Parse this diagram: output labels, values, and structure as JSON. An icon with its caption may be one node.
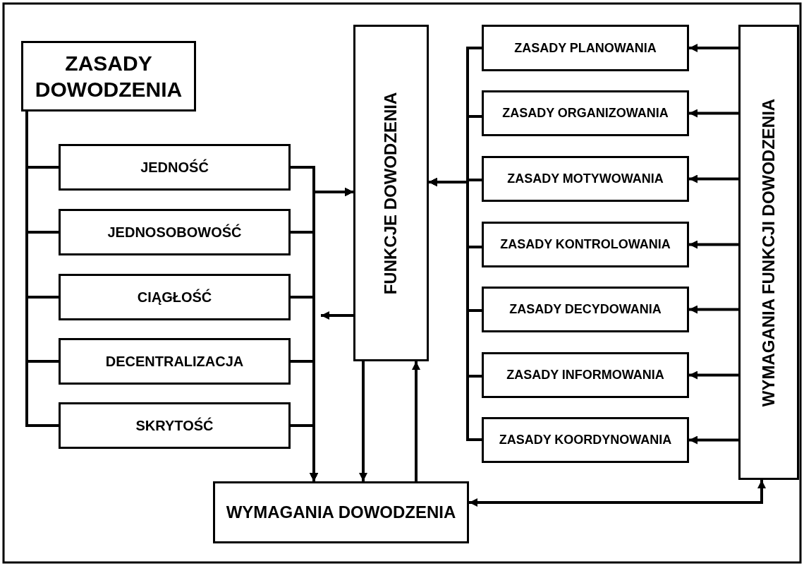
{
  "diagram": {
    "nodes": [
      {
        "text": [
          "ZASADY DOWODZENIA"
        ]
      },
      {
        "text": [
          "JEDNOŚĆ"
        ]
      },
      {
        "text": [
          "JEDNOSOBOWOŚĆ"
        ]
      },
      {
        "text": [
          "CIĄGŁOŚĆ"
        ]
      },
      {
        "text": [
          "DECENTRALIZACJA"
        ]
      },
      {
        "text": [
          "SKRYTOŚĆ"
        ]
      },
      {
        "text": [
          "FUNKCJE DOWODZENIA"
        ]
      },
      {
        "text": [
          "ZASADY PLANOWANIA"
        ]
      },
      {
        "text": [
          "ZASADY ORGANIZOWANIA"
        ]
      },
      {
        "text": [
          "ZASADY MOTYWOWANIA"
        ]
      },
      {
        "text": [
          "ZASADY KONTROLOWANIA"
        ]
      },
      {
        "text": [
          "ZASADY DECYDOWANIA"
        ]
      },
      {
        "text": [
          "ZASADY INFORMOWANIA"
        ]
      },
      {
        "text": [
          "ZASADY KOORDYNOWANIA"
        ]
      },
      {
        "text": [
          "WYMAGANIA FUNKCJI DOWODZENIA"
        ]
      },
      {
        "text": [
          "WYMAGANIA DOWODZENIA"
        ]
      }
    ],
    "edges": [
      {
        "from": 0,
        "to": 1,
        "arrow": "none"
      },
      {
        "from": 0,
        "to": 2,
        "arrow": "none"
      },
      {
        "from": 0,
        "to": 3,
        "arrow": "none"
      },
      {
        "from": 0,
        "to": 4,
        "arrow": "none"
      },
      {
        "from": 0,
        "to": 5,
        "arrow": "none"
      },
      {
        "from": 1,
        "to": 15,
        "arrow": "to"
      },
      {
        "from": 2,
        "to": 15,
        "arrow": "to"
      },
      {
        "from": 3,
        "to": 15,
        "arrow": "to"
      },
      {
        "from": 4,
        "to": 15,
        "arrow": "to"
      },
      {
        "from": 5,
        "to": 15,
        "arrow": "to"
      },
      {
        "from": 1,
        "to": 6,
        "arrow": "to"
      },
      {
        "from": 2,
        "to": 6,
        "arrow": "to"
      },
      {
        "from": 3,
        "to": 6,
        "arrow": "to"
      },
      {
        "from": 4,
        "to": 6,
        "arrow": "to"
      },
      {
        "from": 5,
        "to": 6,
        "arrow": "to"
      },
      {
        "from": 6,
        "to": null,
        "arrow": "to"
      },
      {
        "from": 6,
        "to": 15,
        "arrow": "to"
      },
      {
        "from": 15,
        "to": 6,
        "arrow": "to"
      },
      {
        "from": 7,
        "to": 6,
        "arrow": "to"
      },
      {
        "from": 8,
        "to": 6,
        "arrow": "to"
      },
      {
        "from": 9,
        "to": 6,
        "arrow": "to"
      },
      {
        "from": 10,
        "to": 6,
        "arrow": "to"
      },
      {
        "from": 11,
        "to": 6,
        "arrow": "to"
      },
      {
        "from": 12,
        "to": 6,
        "arrow": "to"
      },
      {
        "from": 13,
        "to": 6,
        "arrow": "to"
      },
      {
        "from": 14,
        "to": 7,
        "arrow": "to"
      },
      {
        "from": 14,
        "to": 8,
        "arrow": "to"
      },
      {
        "from": 14,
        "to": 9,
        "arrow": "to"
      },
      {
        "from": 14,
        "to": 10,
        "arrow": "to"
      },
      {
        "from": 14,
        "to": 11,
        "arrow": "to"
      },
      {
        "from": 14,
        "to": 12,
        "arrow": "to"
      },
      {
        "from": 14,
        "to": 13,
        "arrow": "to"
      },
      {
        "from": 15,
        "to": 14,
        "arrow": "both"
      }
    ]
  }
}
